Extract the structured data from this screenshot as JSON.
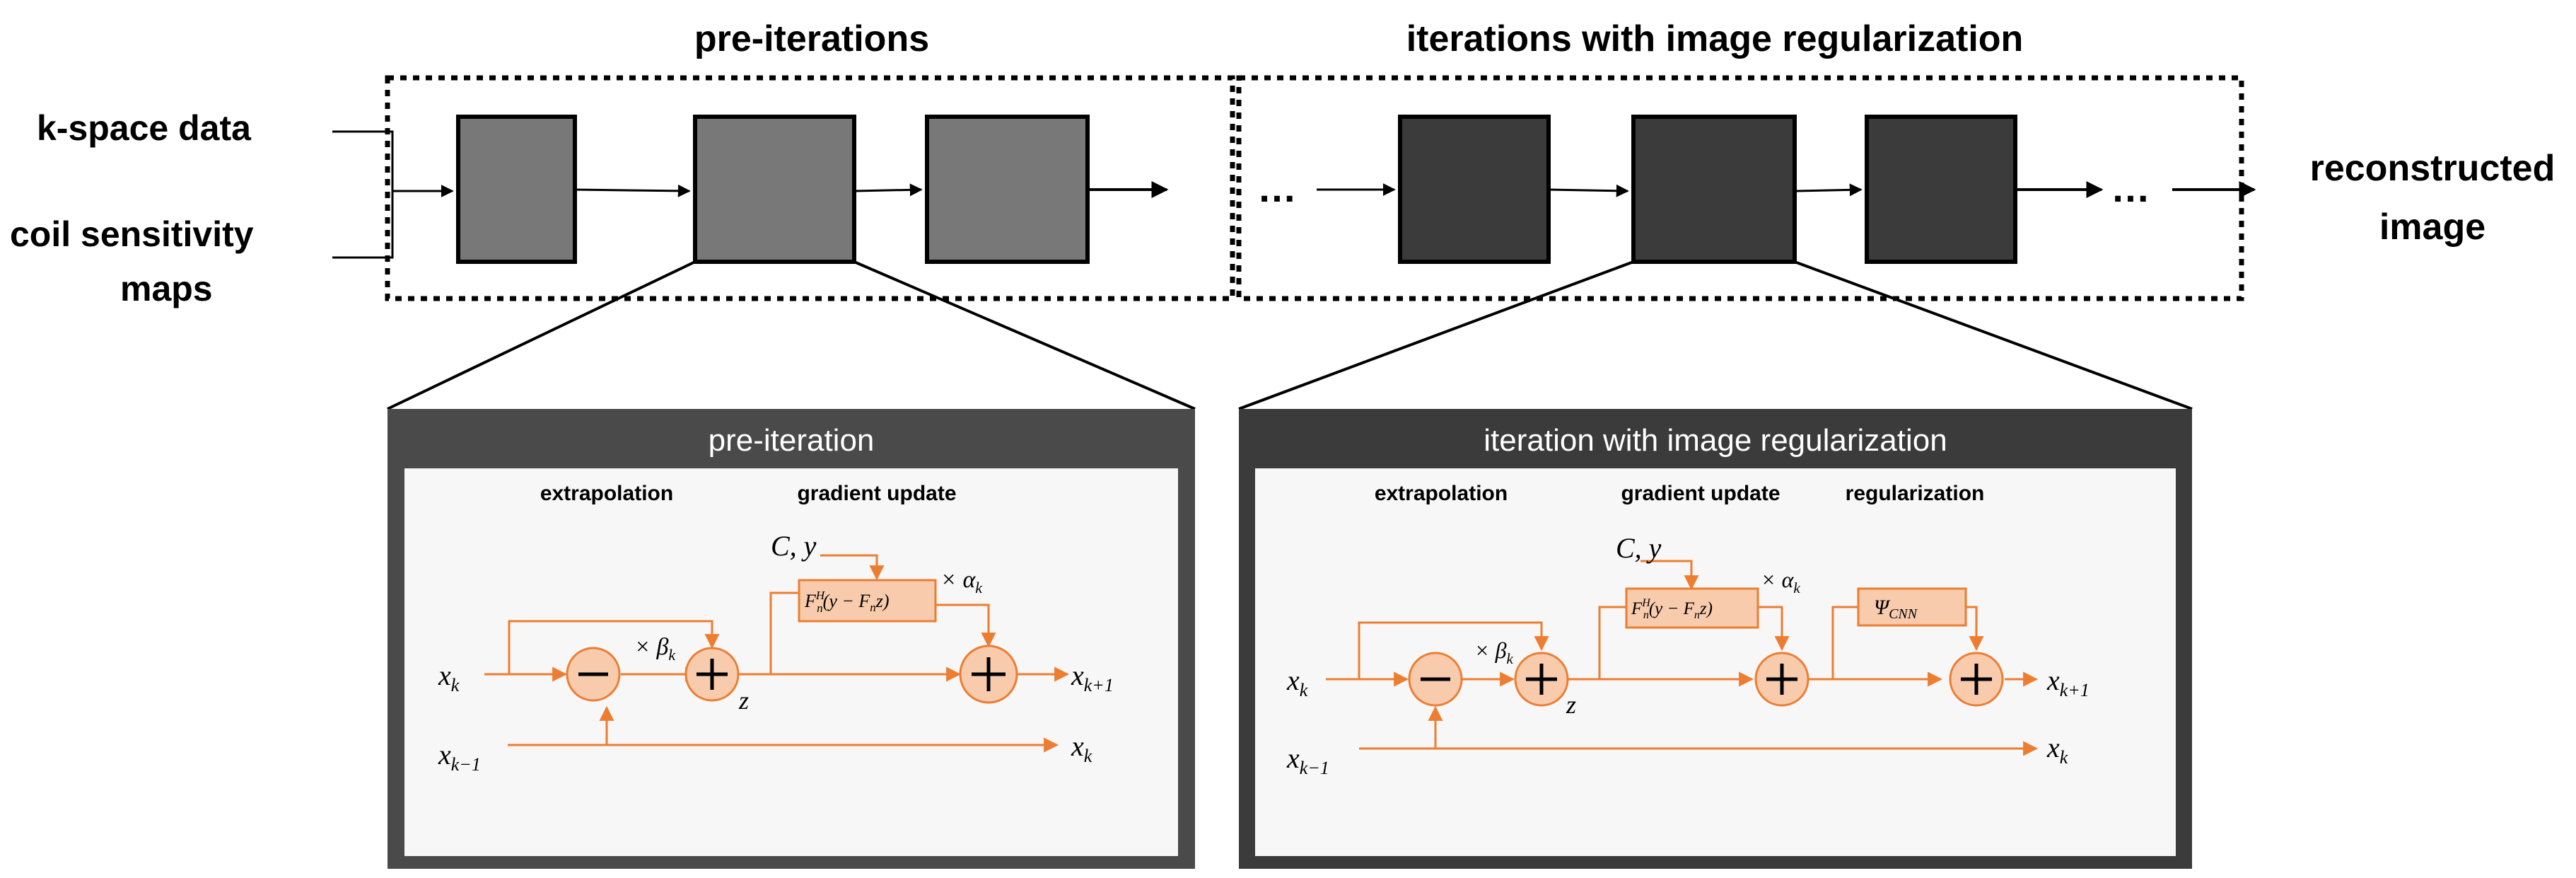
{
  "stages": {
    "pre": {
      "title": "pre-iterations"
    },
    "reg": {
      "title": "iterations with image regularization"
    }
  },
  "inputs": {
    "kspace": "k-space data",
    "coil_line1": "coil sensitivity",
    "coil_line2": "maps"
  },
  "output": {
    "line1": "reconstructed",
    "line2": "image"
  },
  "ellipsis": "…",
  "panels": {
    "pre": {
      "title": "pre-iteration",
      "extrapolation": "extrapolation",
      "gradient_update": "gradient update"
    },
    "reg": {
      "title": "iteration with image regularization",
      "extrapolation": "extrapolation",
      "gradient_update": "gradient update",
      "regularization": "regularization"
    }
  },
  "math": {
    "xk": "x",
    "sub_k": "k",
    "sub_kminus1": "k−1",
    "sub_kplus1": "k+1",
    "z": "z",
    "cy": "C, y",
    "times_beta": "× β",
    "times_alpha": "× α",
    "grad_op": "Fⁿᴴ(y − Fₙz)",
    "grad_F": "F",
    "grad_sup": "H",
    "grad_sub": "n",
    "grad_rest1": "(y − F",
    "grad_rest2": "z)",
    "psi": "Ψ",
    "psi_sub": "CNN"
  },
  "colors": {
    "pre_block": "#787878",
    "reg_block": "#3b3b3b",
    "panel_frame": "#4a4a4a",
    "panel_inner": "#f7f7f7",
    "orange": "#ed7d31",
    "orange_fill": "#f8cbad"
  }
}
